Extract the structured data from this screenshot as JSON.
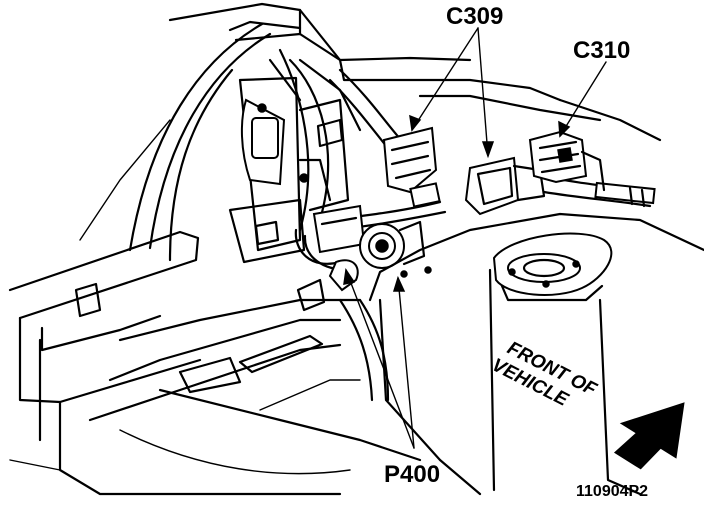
{
  "labels": {
    "c309": "C309",
    "c310": "C310",
    "p400": "P400",
    "front_line1": "FRONT OF",
    "front_line2": "VEHICLE",
    "figure_id": "110904P2"
  }
}
